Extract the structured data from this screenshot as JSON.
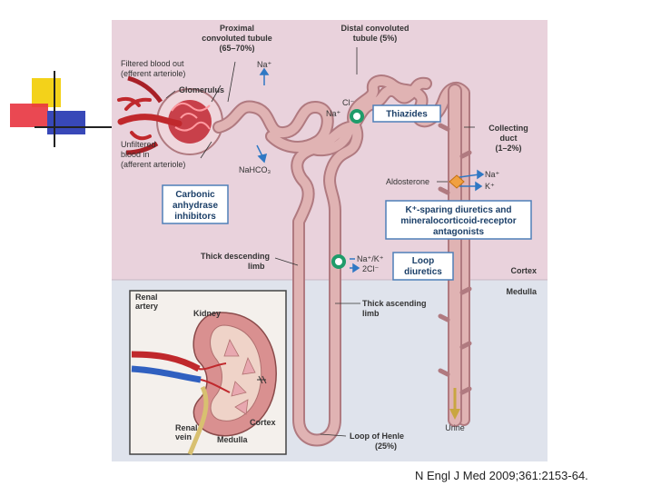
{
  "labels": {
    "proximal": [
      "Proximal",
      "convoluted tubule",
      "(65–70%)"
    ],
    "distal": [
      "Distal convoluted",
      "tubule (5%)"
    ],
    "filtered_blood_out": [
      "Filtered blood out",
      "(efferent arteriole)"
    ],
    "glomerulus": "Glomerulus",
    "unfiltered_blood_in": [
      "Unfiltered",
      "blood in",
      "(afferent arteriole)"
    ],
    "collecting_duct": [
      "Collecting",
      "duct",
      "(1–2%)"
    ],
    "aldosterone": "Aldosterone",
    "thick_descending": [
      "Thick descending",
      "limb"
    ],
    "thick_ascending": [
      "Thick ascending",
      "limb"
    ],
    "loop_of_henle": [
      "Loop of Henle",
      "(25%)"
    ],
    "cortex": "Cortex",
    "medulla": "Medulla",
    "urine": "Urine"
  },
  "ions": {
    "na_proximal": "Na⁺",
    "nahco3": "NaHCO₃",
    "cl_distal": "Cl⁻",
    "na_distal": "Na⁺",
    "na_aldo": "Na⁺",
    "k_aldo": "K⁺",
    "na_k_loop": "Na⁺/K⁺",
    "cl_loop": "2Cl⁻"
  },
  "drugs": {
    "thiazides": "Thiazides",
    "carbonic_anhydrase": [
      "Carbonic",
      "anhydrase",
      "inhibitors"
    ],
    "k_sparing": [
      "K⁺-sparing diuretics and",
      "mineralocorticoid-receptor",
      "antagonists"
    ],
    "loop_diuretics": [
      "Loop",
      "diuretics"
    ]
  },
  "inset": {
    "renal_artery": [
      "Renal",
      "artery"
    ],
    "kidney": "Kidney",
    "renal_vein": [
      "Renal",
      "vein"
    ],
    "cortex": "Cortex",
    "medulla": "Medulla"
  },
  "citation": "N Engl J Med 2009;361:2153-64.",
  "colors": {
    "cortex_bg": "#e9d2dc",
    "medulla_bg": "#dfe3ec",
    "tubule": "#e0b3b3",
    "tubule_edge": "#b07a80",
    "drug_box_border": "#4f7fb8",
    "arrow_blue": "#2f78c4",
    "transporter_green": "#1f9c6a"
  }
}
